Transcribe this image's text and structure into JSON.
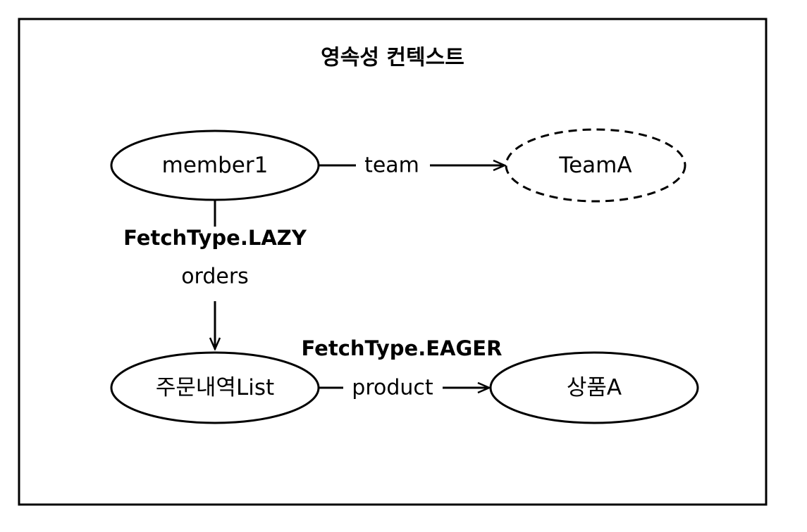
{
  "title": "영속성 컨텍스트",
  "nodes": {
    "member1": {
      "label": "member1",
      "style": "solid"
    },
    "teamA": {
      "label": "TeamA",
      "style": "dashed"
    },
    "orderList": {
      "label": "주문내역List",
      "style": "solid"
    },
    "productA": {
      "label": "상품A",
      "style": "solid"
    }
  },
  "edges": {
    "team": {
      "label": "team",
      "from": "member1",
      "to": "TeamA"
    },
    "orders": {
      "label": "orders",
      "fetch_type": "FetchType.LAZY",
      "from": "member1",
      "to": "주문내역List"
    },
    "product": {
      "label": "product",
      "fetch_type": "FetchType.EAGER",
      "from": "주문내역List",
      "to": "상품A"
    }
  },
  "colors": {
    "stroke": "#000000",
    "background": "#ffffff"
  }
}
